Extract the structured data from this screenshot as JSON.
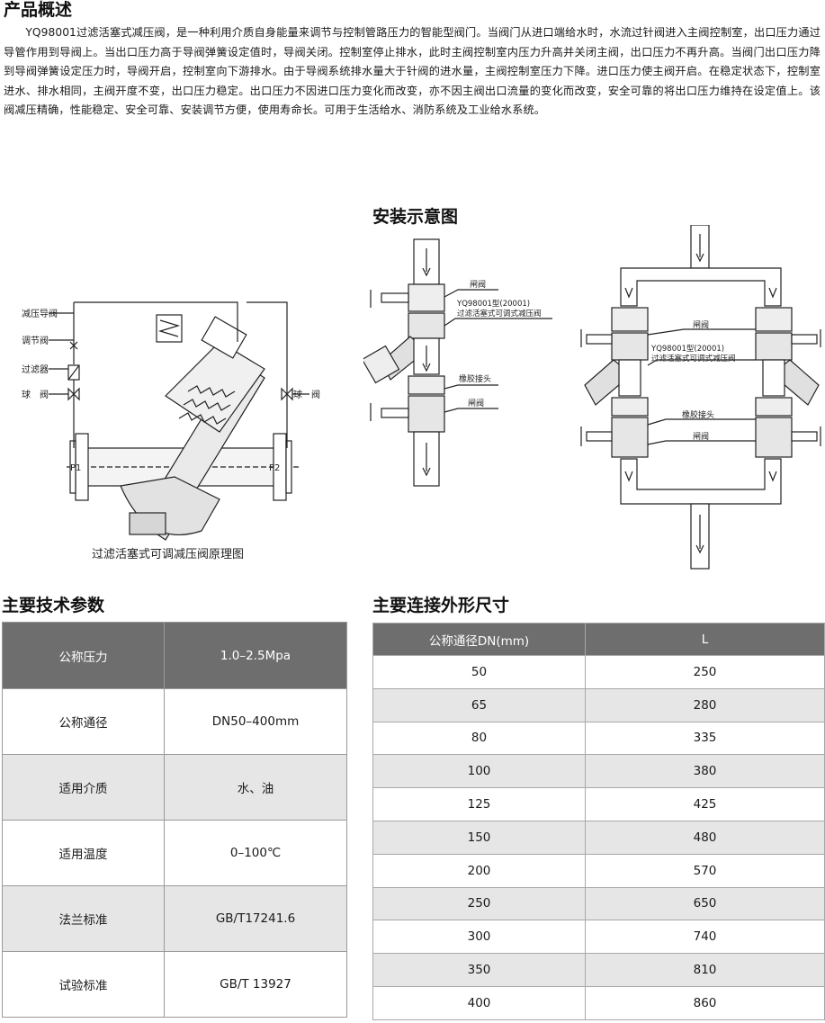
{
  "overview": {
    "title": "产品概述",
    "body": "YQ98001过滤活塞式减压阀，是一种利用介质自身能量来调节与控制管路压力的智能型阀门。当阀门从进口端给水时，水流过针阀进入主阀控制室，出口压力通过导管作用到导阀上。当出口压力高于导阀弹簧设定值时，导阀关闭。控制室停止排水，此时主阀控制室内压力升高并关闭主阀，出口压力不再升高。当阀门出口压力降到导阀弹簧设定压力时，导阀开启，控制室向下游排水。由于导阀系统排水量大于针阀的进水量，主阀控制室压力下降。进口压力使主阀开启。在稳定状态下，控制室进水、排水相同，主阀开度不变，出口压力稳定。出口压力不因进口压力变化而改变，亦不因主阀出口流量的变化而改变，安全可靠的将出口压力维持在设定值上。该阀减压精确，性能稳定、安全可靠、安装调节方便，使用寿命长。可用于生活给水、消防系统及工业给水系统。"
  },
  "principle_diagram": {
    "labels": {
      "pilot": "减压导阀",
      "needle": "调节阀",
      "filter": "过滤器",
      "ball": "球　阀",
      "ball_right": "球　阀",
      "p1": "P1",
      "p2": "P2"
    },
    "caption": "过滤活塞式可调减压阀原理图"
  },
  "install_diagram": {
    "title": "安装示意图",
    "left": {
      "gate_top": "闸阀",
      "model": "YQ98001型(20001)",
      "model_desc": "过滤活塞式可调式减压阀",
      "rubber": "橡胶接头",
      "gate_bottom": "闸阀"
    },
    "right": {
      "gate_top": "闸阀",
      "model": "YQ98001型(20001)",
      "model_desc": "过滤活塞式可调式减压阀",
      "rubber": "橡胶接头",
      "gate_bottom": "闸阀"
    }
  },
  "specs": {
    "title": "主要技术参数",
    "rows": [
      {
        "label": "公称压力",
        "value": "1.0–2.5Mpa"
      },
      {
        "label": "公称通径",
        "value": "DN50–400mm"
      },
      {
        "label": "适用介质",
        "value": "水、油"
      },
      {
        "label": "适用温度",
        "value": "0–100℃"
      },
      {
        "label": "法兰标准",
        "value": "GB/T17241.6"
      },
      {
        "label": "试验标准",
        "value": "GB/T 13927"
      }
    ]
  },
  "dimensions": {
    "title": "主要连接外形尺寸",
    "headers": [
      "公称通径DN(mm)",
      "L"
    ],
    "rows": [
      [
        "50",
        "250"
      ],
      [
        "65",
        "280"
      ],
      [
        "80",
        "335"
      ],
      [
        "100",
        "380"
      ],
      [
        "125",
        "425"
      ],
      [
        "150",
        "480"
      ],
      [
        "200",
        "570"
      ],
      [
        "250",
        "650"
      ],
      [
        "300",
        "740"
      ],
      [
        "350",
        "810"
      ],
      [
        "400",
        "860"
      ]
    ]
  }
}
